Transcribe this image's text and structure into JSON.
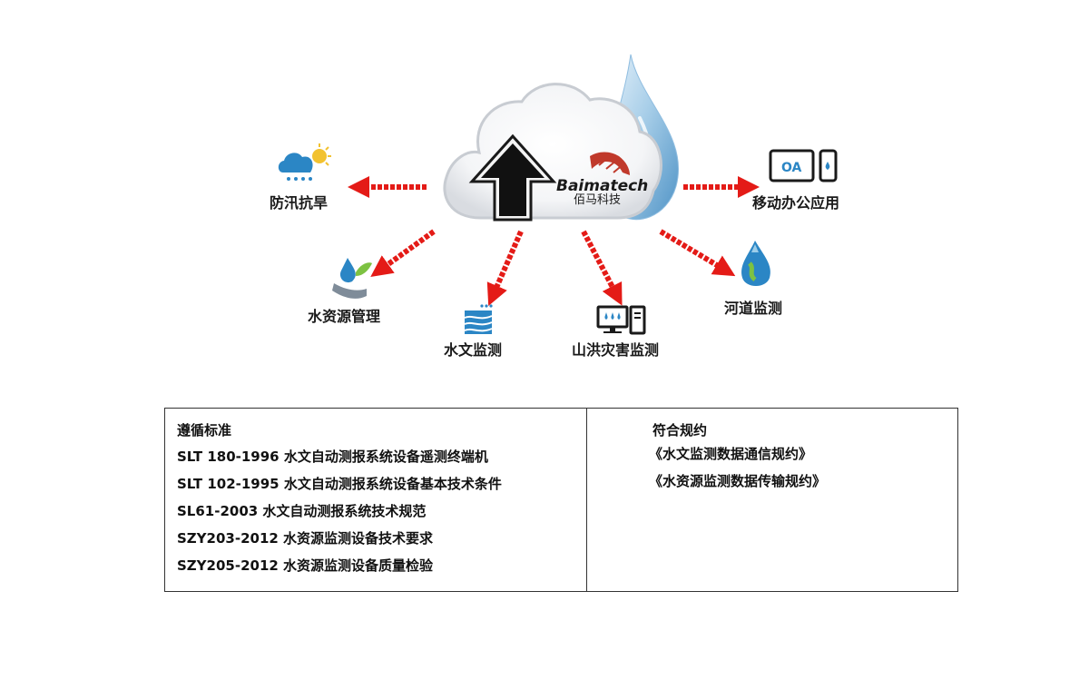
{
  "diagram": {
    "brand": {
      "name": "Baimatech",
      "subtitle": "佰马科技"
    },
    "nodes": {
      "flood_drought": "防汛抗旱",
      "mobile_office": "移动办公应用",
      "water_resource_mgmt": "水资源管理",
      "hydrology_monitoring": "水文监测",
      "mountain_flood": "山洪灾害监测",
      "river_monitoring": "河道监测"
    },
    "oa_label": "OA",
    "colors": {
      "arrow": "#e41b17",
      "cloud_edge": "#c8ccd2",
      "drop": "#7fb4dc",
      "icon_blue": "#2b86c5"
    }
  },
  "table": {
    "left": {
      "heading": "遵循标准",
      "items": [
        "SLT 180-1996 水文自动测报系统设备遥测终端机",
        "SLT 102-1995 水文自动测报系统设备基本技术条件",
        "SL61-2003 水文自动测报系统技术规范",
        "SZY203-2012 水资源监测设备技术要求",
        "SZY205-2012 水资源监测设备质量检验"
      ]
    },
    "right": {
      "heading": "符合规约",
      "items": [
        "《水文监测数据通信规约》",
        "《水资源监测数据传输规约》"
      ]
    }
  }
}
